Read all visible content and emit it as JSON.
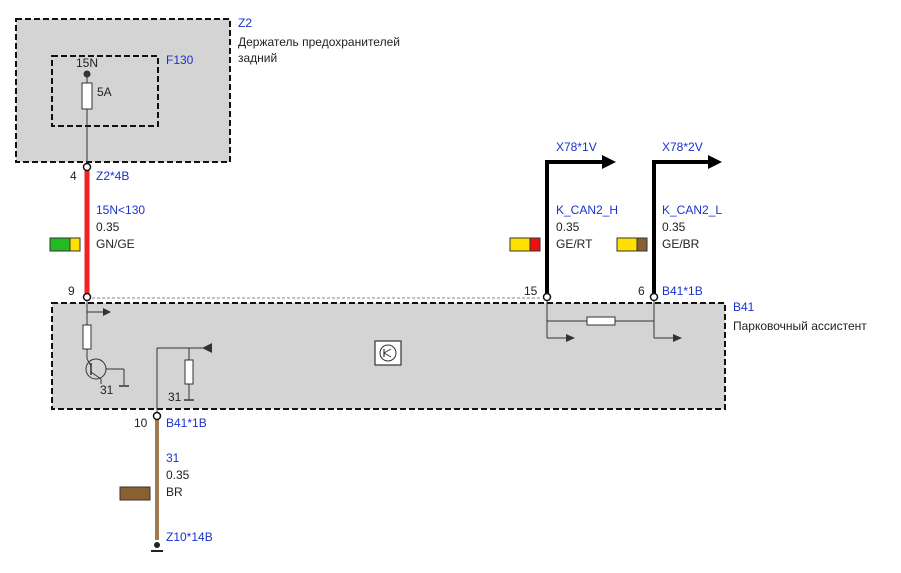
{
  "colors": {
    "module_fill": "#d4d4d4",
    "ref_text": "#1a33cc",
    "wire_red": "#ee2222",
    "wire_brown": "#a07a50",
    "wire_black": "#000000",
    "gn": "#22bb22",
    "ge": "#ffe000",
    "rt": "#ee1111",
    "br": "#8a6030"
  },
  "z2": {
    "id": "Z2",
    "title_line1": "Держатель предохранителей",
    "title_line2": "задний",
    "fuse": {
      "id": "F130",
      "terminal": "15N",
      "rating": "5A"
    },
    "pin": "4",
    "connector": "Z2*4B"
  },
  "wire_power": {
    "signal": "15N<130",
    "size": "0.35",
    "color": "GN/GE",
    "swatch": [
      "gn",
      "ge"
    ]
  },
  "can_h": {
    "target": "X78*1V",
    "signal": "K_CAN2_H",
    "size": "0.35",
    "color": "GE/RT",
    "swatch": [
      "ge",
      "rt"
    ],
    "pin": "15"
  },
  "can_l": {
    "target": "X78*2V",
    "signal": "K_CAN2_L",
    "size": "0.35",
    "color": "GE/BR",
    "swatch": [
      "ge",
      "br"
    ],
    "pin": "6",
    "connector": "B41*1B"
  },
  "b41": {
    "id": "B41",
    "title": "Парковочный ассистент",
    "power_pin": "9",
    "ground_label_1": "31",
    "ground_label_2": "31"
  },
  "ground": {
    "pin": "10",
    "connector": "B41*1B",
    "signal": "31",
    "size": "0.35",
    "color": "BR",
    "swatch": [
      "br"
    ],
    "ground_point": "Z10*14B"
  }
}
